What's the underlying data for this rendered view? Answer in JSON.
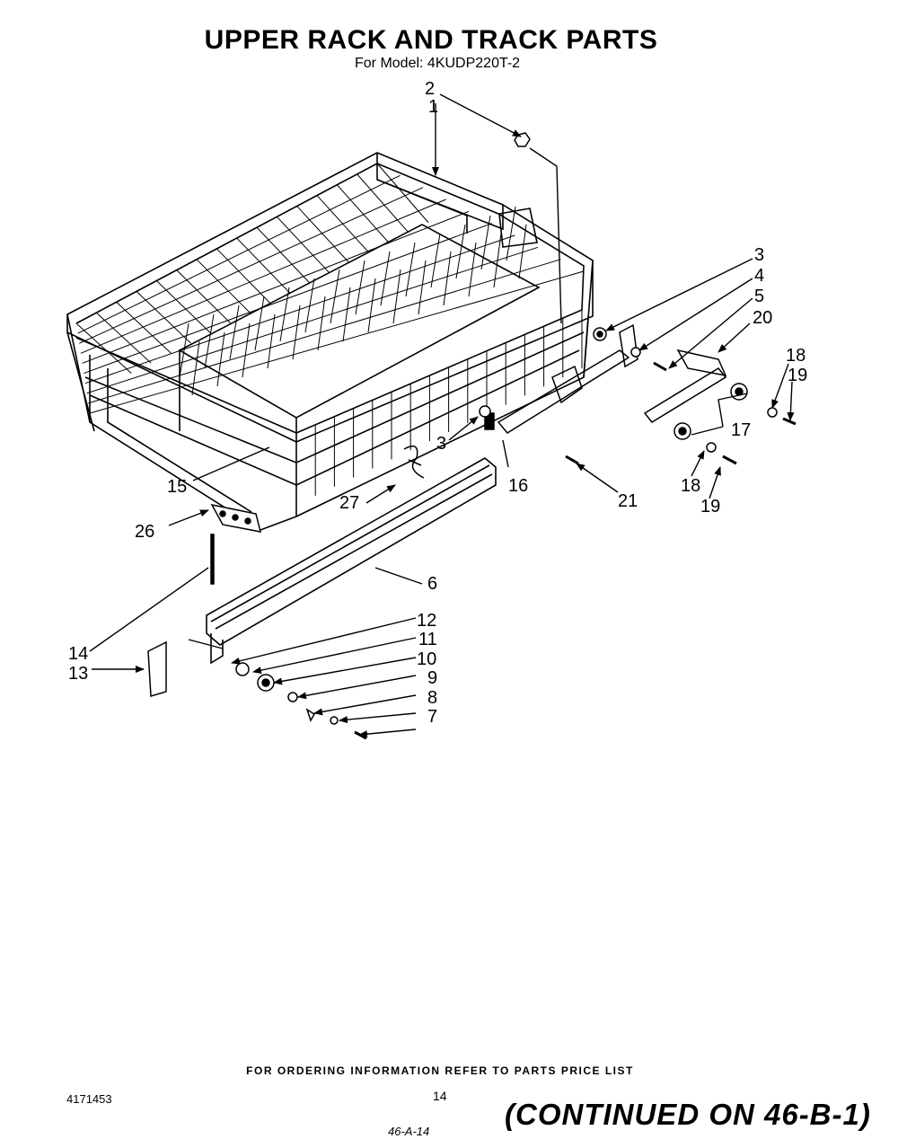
{
  "header": {
    "title": "UPPER RACK AND TRACK PARTS",
    "model_line": "For Model: 4KUDP220T-2"
  },
  "callouts": {
    "c1": "1",
    "c2": "2",
    "c3a": "3",
    "c4": "4",
    "c5": "5",
    "c20": "20",
    "c18a": "18",
    "c19a": "19",
    "c17": "17",
    "c3b": "3",
    "c16": "16",
    "c21": "21",
    "c18b": "18",
    "c19b": "19",
    "c15": "15",
    "c27": "27",
    "c26": "26",
    "c6": "6",
    "c14": "14",
    "c13": "13",
    "c12": "12",
    "c11": "11",
    "c10": "10",
    "c9": "9",
    "c8": "8",
    "c7": "7"
  },
  "footer": {
    "ordering_note": "FOR ORDERING INFORMATION REFER TO PARTS PRICE LIST",
    "doc_number": "4171453",
    "page_number": "14",
    "continued": "(CONTINUED ON 46-B-1)",
    "handwritten_code": "46-A-14"
  }
}
